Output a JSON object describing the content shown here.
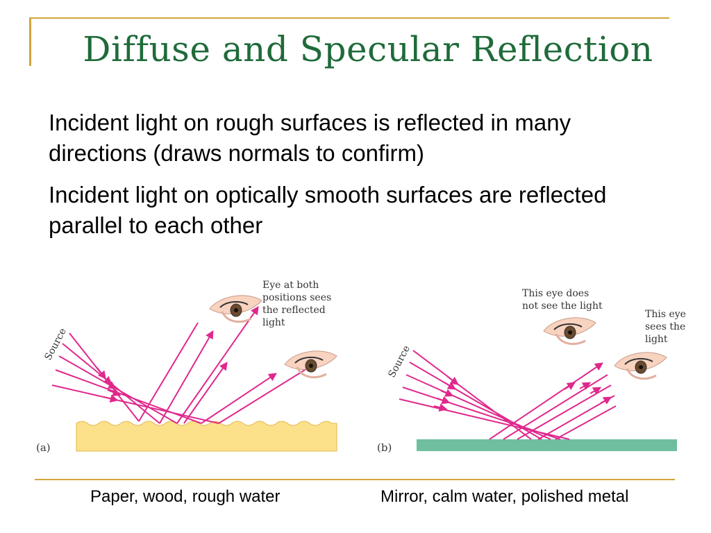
{
  "slide": {
    "title": "Diffuse and Specular Reflection",
    "bullets": [
      "Incident light on rough surfaces is reflected in many directions (draws normals to confirm)",
      "Incident light on optically smooth surfaces are reflected parallel to each other"
    ]
  },
  "figure_a": {
    "panel_label": "(a)",
    "source_label": "Source",
    "eye_note": "Eye at both positions sees the reflected light",
    "caption": "Paper, wood, rough water"
  },
  "figure_b": {
    "panel_label": "(b)",
    "source_label": "Source",
    "eye_note_top": "This eye does not see the light",
    "eye_note_right": "This eye sees the light",
    "caption": "Mirror, calm water, polished metal"
  },
  "colors": {
    "title": "#1f6b3a",
    "accent_line": "#d4a53a",
    "ray": "#e0288c",
    "rough_surface": "#fde08a",
    "mirror_surface": "#6fbea0"
  }
}
